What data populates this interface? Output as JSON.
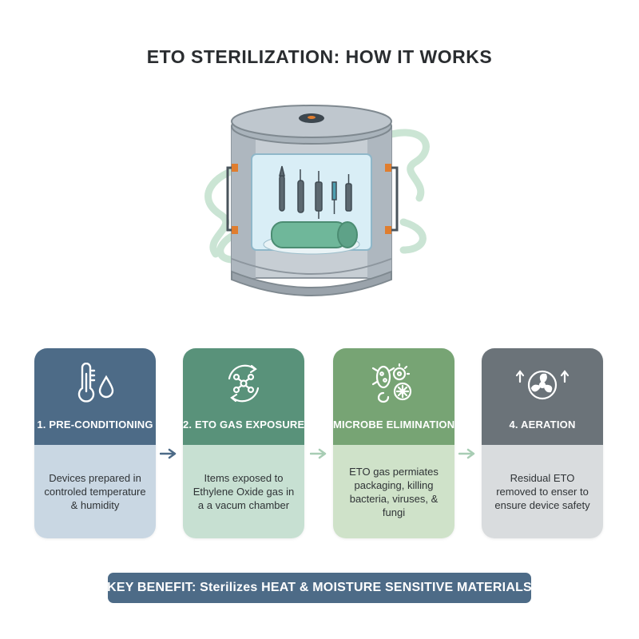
{
  "title": "ETO STERILIZATION: HOW IT WORKS",
  "steps": [
    {
      "label": "1. PRE-CONDITIONING",
      "text": "Devices prepared in controled temperature & humidity",
      "icon": "thermometer-droplet-icon",
      "head_color": "#4d6b87",
      "body_color": "#c9d7e3"
    },
    {
      "label": "2. ETO GAS EXPOSURE",
      "text": "Items exposed to Ethylene Oxide gas in a a vacum chamber",
      "icon": "gas-molecule-cycle-icon",
      "head_color": "#59927a",
      "body_color": "#c7e0d2"
    },
    {
      "label": "MICROBE ELIMINATION",
      "text": "ETO gas permiates packaging, killing bacteria, viruses, & fungi",
      "icon": "microbes-icon",
      "head_color": "#77a474",
      "body_color": "#cfe2c9"
    },
    {
      "label": "4. AERATION",
      "text": "Residual ETO removed to enser to ensure device safety",
      "icon": "fan-icon",
      "head_color": "#6b7379",
      "body_color": "#d9dcde"
    }
  ],
  "banner": "KEY BENEFIT: Sterilizes HEAT & MOISTURE SENSITIVE MATERIALS",
  "colors": {
    "arrow_dark": "#4d6b87",
    "arrow_light": "#a8cdb4",
    "gas": "#b9dcc6"
  }
}
